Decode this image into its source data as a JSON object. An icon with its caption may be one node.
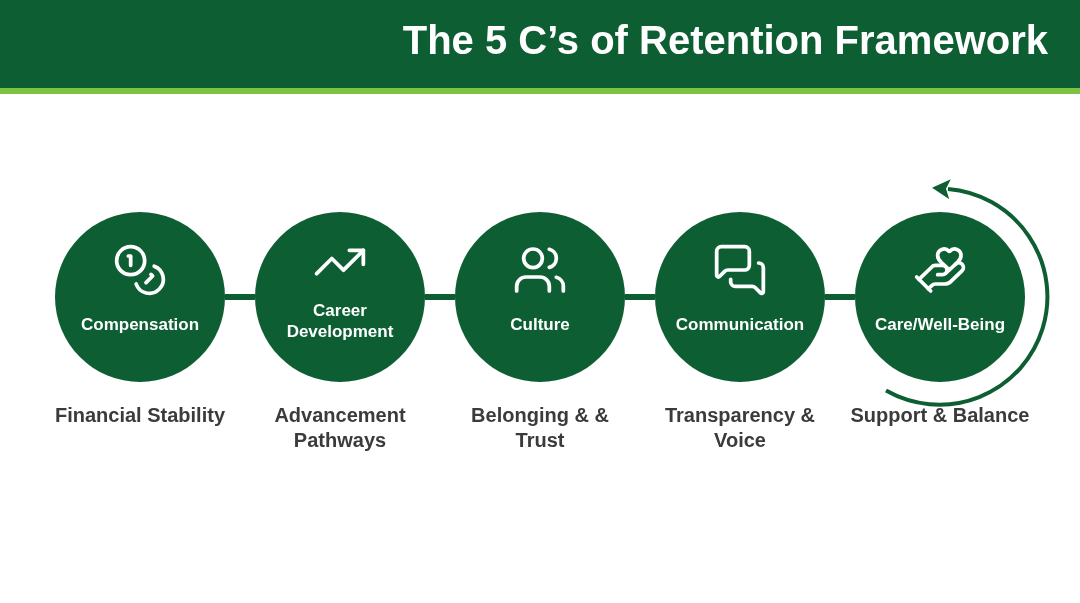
{
  "diagram": {
    "title": "The 5 C’s of Retention Framework",
    "nodes": [
      {
        "text": [
          "Compensation"
        ],
        "beside": [
          "Financial Stability"
        ]
      },
      {
        "text": [
          "Career Development"
        ],
        "beside": [
          "Advancement Pathways"
        ]
      },
      {
        "text": [
          "Culture"
        ],
        "beside": [
          "Belonging & & Trust"
        ]
      },
      {
        "text": [
          "Communication"
        ],
        "beside": [
          "Transparency & Voice"
        ]
      },
      {
        "text": [
          "Care/Well-Being"
        ],
        "beside": [
          "Support & Balance"
        ]
      }
    ],
    "edges": [
      {
        "from": 0,
        "to": 1,
        "arrow": "none"
      },
      {
        "from": 1,
        "to": 2,
        "arrow": "none"
      },
      {
        "from": 2,
        "to": 3,
        "arrow": "none"
      },
      {
        "from": 3,
        "to": 4,
        "arrow": "none"
      }
    ]
  }
}
